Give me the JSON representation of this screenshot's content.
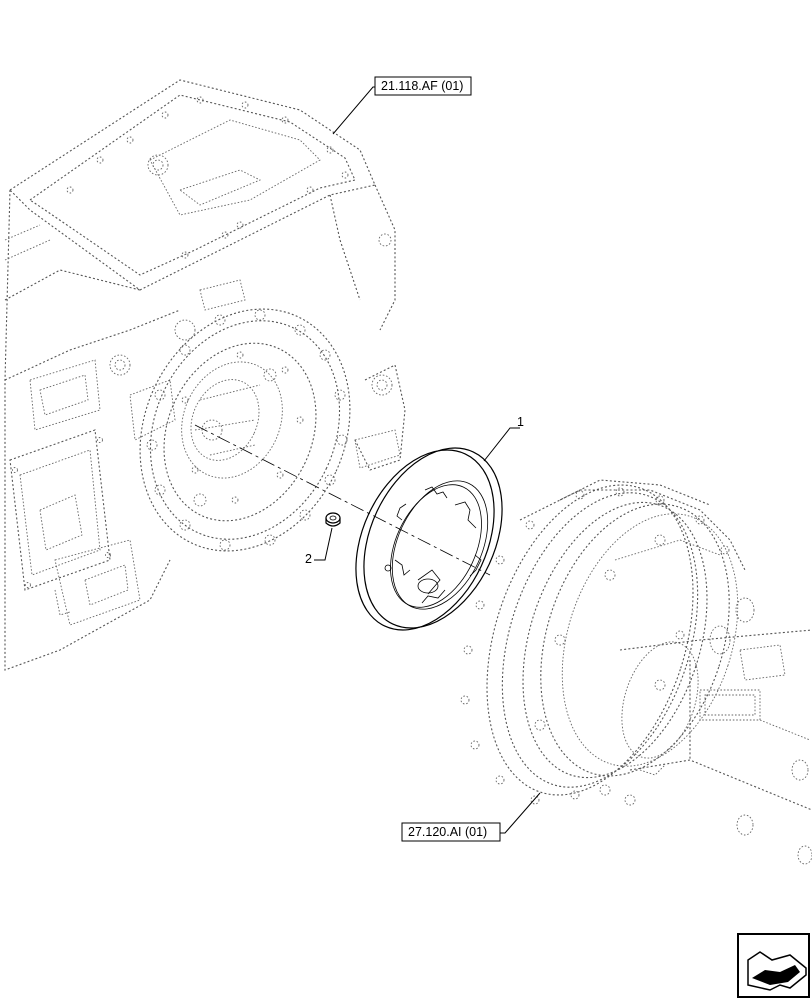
{
  "callouts": {
    "part_1": "1",
    "part_2": "2",
    "ref_top": "21.118.AF (01)",
    "ref_bottom": "27.120.AI (01)"
  },
  "icons": {
    "nav": "next-page-arrow-icon"
  }
}
